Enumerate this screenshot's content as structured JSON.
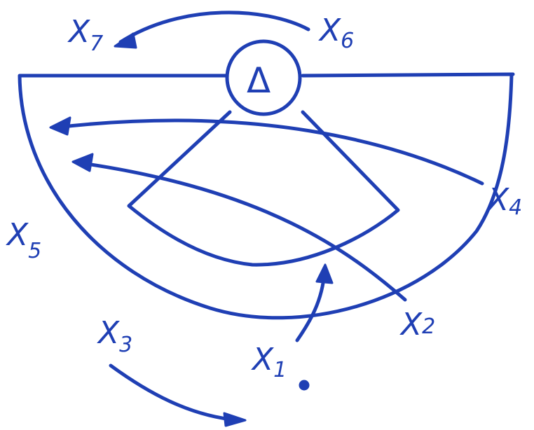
{
  "diagram": {
    "center_symbol": "Δ",
    "ink_color": "#1f3fb4",
    "labels": {
      "x1": {
        "letter": "X",
        "sub": "1"
      },
      "x2": {
        "letter": "X",
        "sub": "2"
      },
      "x3": {
        "letter": "X",
        "sub": "3"
      },
      "x4": {
        "letter": "X",
        "sub": "4"
      },
      "x5": {
        "letter": "X",
        "sub": "5"
      },
      "x6": {
        "letter": "X",
        "sub": "6"
      },
      "x7": {
        "letter": "X",
        "sub": "7"
      }
    }
  }
}
